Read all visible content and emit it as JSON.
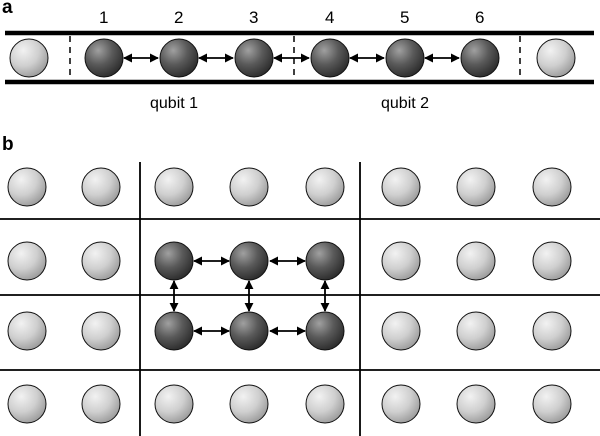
{
  "panel_a": {
    "letter": "a",
    "position_labels": [
      "1",
      "2",
      "3",
      "4",
      "5",
      "6"
    ],
    "qubit_labels": [
      "qubit 1",
      "qubit 2"
    ]
  },
  "panel_b": {
    "letter": "b"
  },
  "colors": {
    "light_sphere": "#d0d0d0",
    "dark_sphere": "#4a4a4a",
    "line": "#000000"
  }
}
